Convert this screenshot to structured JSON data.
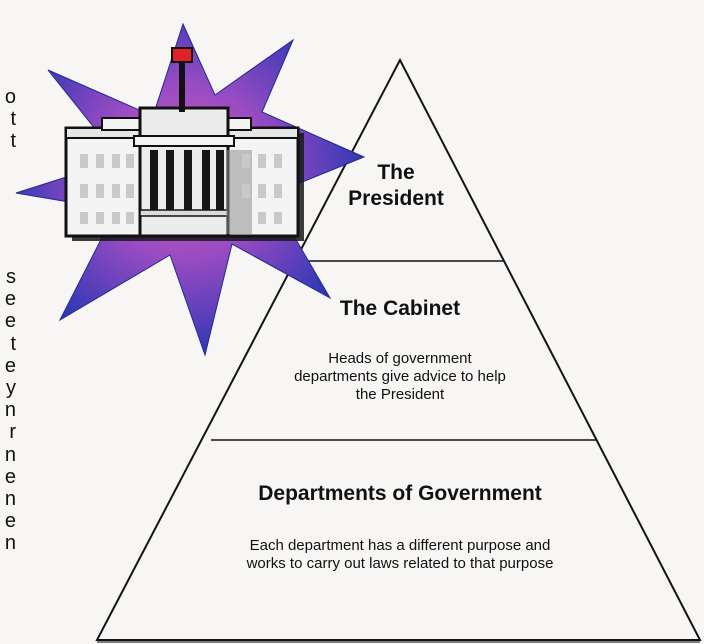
{
  "left_text_fragment": {
    "upper": [
      "o",
      "t",
      "t"
    ],
    "lower": [
      "s",
      "e",
      "e",
      "t",
      "e",
      "y",
      "n",
      "r",
      "n",
      "e",
      "n",
      "e",
      "n"
    ]
  },
  "pyramid": {
    "tiers": [
      {
        "title": "The\nPresident",
        "description": ""
      },
      {
        "title": "The Cabinet",
        "description": "Heads of government\ndepartments give advice to help\nthe President"
      },
      {
        "title": "Departments of Government",
        "description": "Each department has a different purpose and\nworks to carry out laws related to that purpose"
      }
    ]
  },
  "clipart": {
    "icon": "white-house-icon",
    "burst": "starburst-icon",
    "colors": {
      "burst_outer": "#2d36b8",
      "burst_inner": "#c24fb3",
      "flag": "#e0202a",
      "building": "#f4f4f4"
    }
  }
}
